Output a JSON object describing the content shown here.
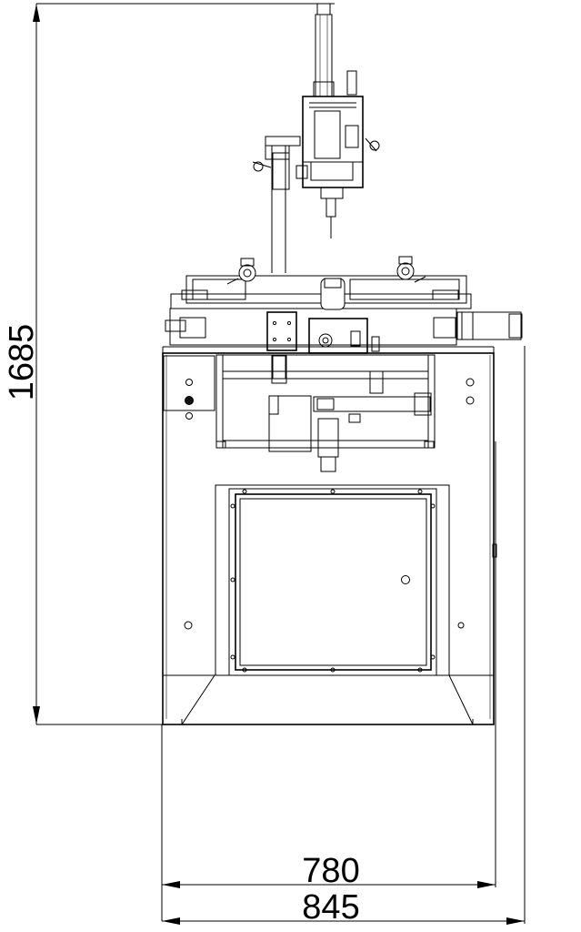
{
  "dimensions": {
    "height_label": "1685",
    "inner_width_label": "780",
    "outer_width_label": "845"
  }
}
